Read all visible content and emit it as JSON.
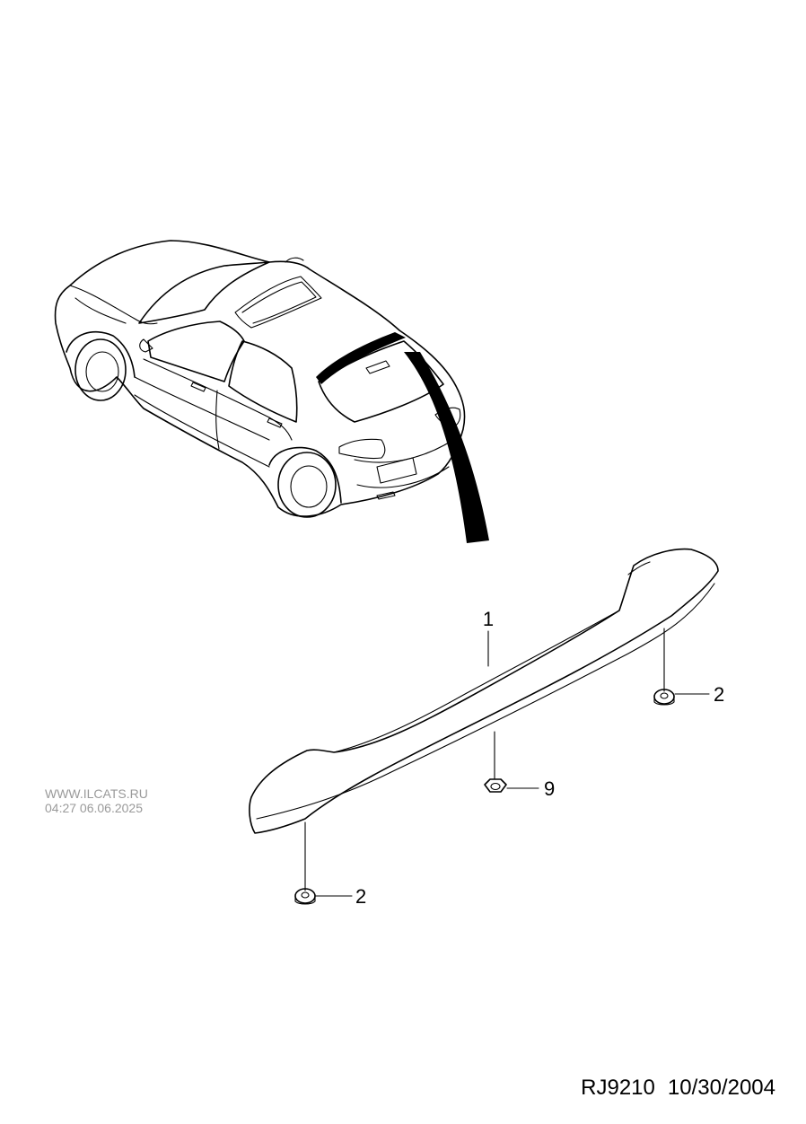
{
  "watermark": {
    "site": "WWW.ILCATS.RU",
    "timestamp": "04:27 06.06.2025"
  },
  "footer": {
    "code": "RJ9210",
    "date": "10/30/2004"
  },
  "callouts": {
    "spoiler": "1",
    "clip_right": "2",
    "nut_center": "9",
    "clip_left": "2"
  }
}
